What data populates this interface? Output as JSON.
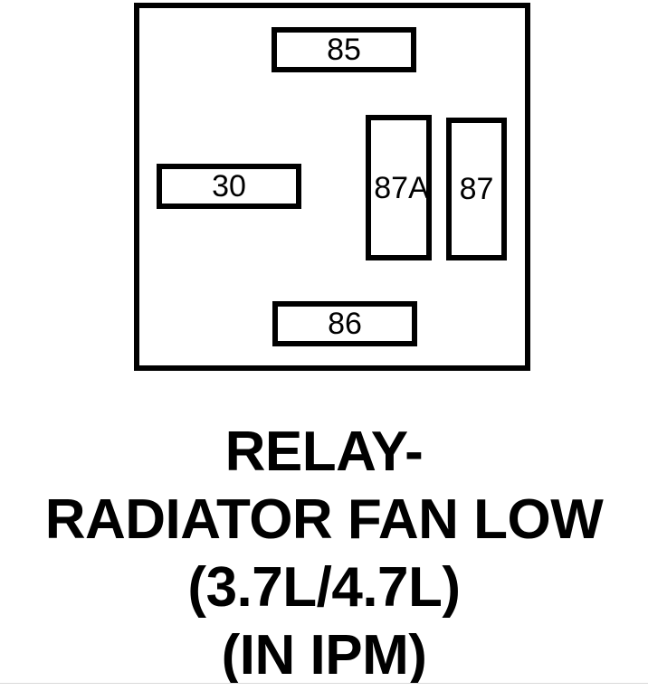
{
  "diagram": {
    "kind": "automotive-relay-terminal-footprint",
    "body": {
      "name": "relay-body-outline",
      "fill_color": "#ffffff",
      "stroke_color": "#000000"
    },
    "terminals": [
      {
        "id": "85",
        "label": "85",
        "orientation": "horizontal",
        "position": "top"
      },
      {
        "id": "30",
        "label": "30",
        "orientation": "horizontal",
        "position": "left-middle"
      },
      {
        "id": "87A",
        "label": "87A",
        "orientation": "vertical",
        "position": "right-inner"
      },
      {
        "id": "87",
        "label": "87",
        "orientation": "vertical",
        "position": "right-outer"
      },
      {
        "id": "86",
        "label": "86",
        "orientation": "horizontal",
        "position": "bottom"
      }
    ]
  },
  "caption": {
    "lines": [
      "RELAY-",
      "RADIATOR FAN LOW",
      "(3.7L/4.7L)",
      "(IN IPM)"
    ],
    "line1": "RELAY-",
    "line2": "RADIATOR FAN LOW",
    "line3": "(3.7L/4.7L)",
    "line4": "(IN IPM)"
  },
  "colors": {
    "ink": "#000000",
    "background": "#ffffff",
    "rule": "#d9d9d9"
  }
}
